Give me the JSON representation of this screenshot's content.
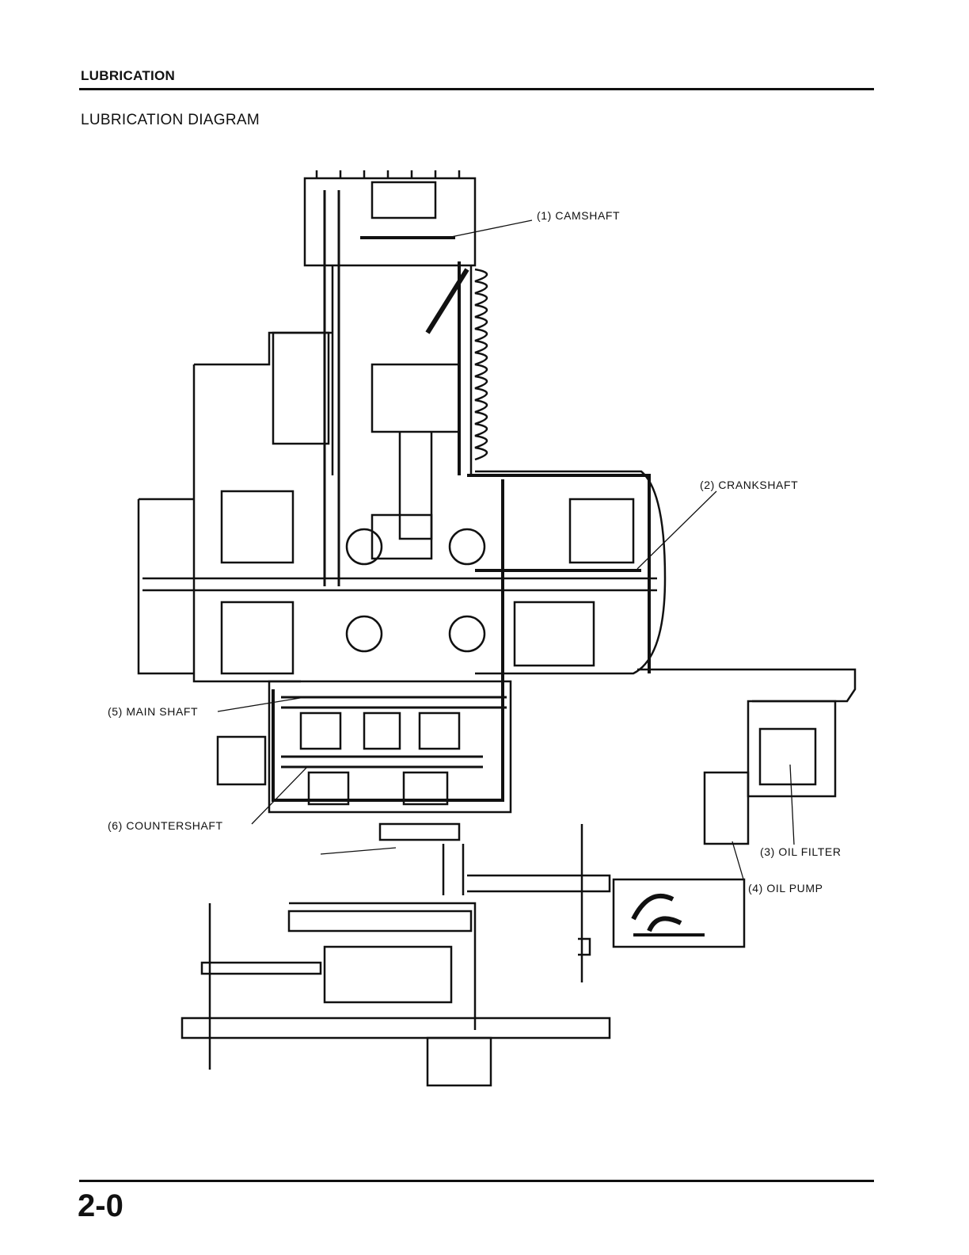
{
  "header": {
    "section": "LUBRICATION",
    "title": "LUBRICATION DIAGRAM"
  },
  "callouts": [
    {
      "id": "1",
      "label": "(1) CAMSHAFT"
    },
    {
      "id": "2",
      "label": "(2) CRANKSHAFT"
    },
    {
      "id": "3",
      "label": "(3) OIL FILTER"
    },
    {
      "id": "4",
      "label": "(4) OIL PUMP"
    },
    {
      "id": "5",
      "label": "(5) MAIN SHAFT"
    },
    {
      "id": "6",
      "label": "(6) COUNTERSHAFT"
    }
  ],
  "footer": {
    "page_number": "2-0"
  }
}
